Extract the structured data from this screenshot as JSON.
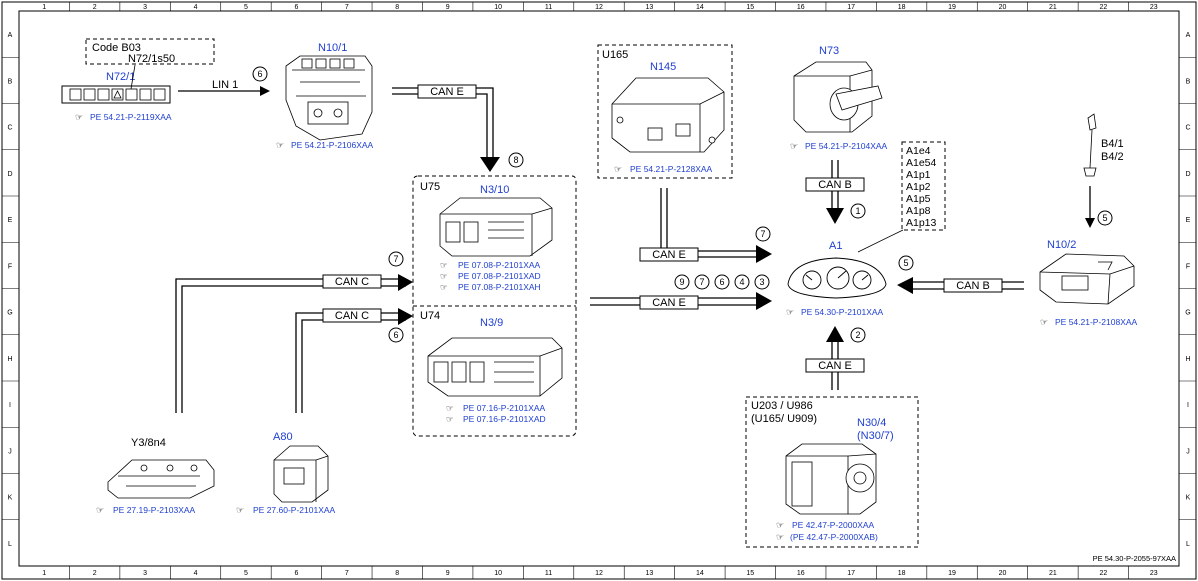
{
  "grid": {
    "cols": [
      "1",
      "2",
      "3",
      "4",
      "5",
      "6",
      "7",
      "8",
      "9",
      "10",
      "11",
      "12",
      "13",
      "14",
      "15",
      "16",
      "17",
      "18",
      "19",
      "20",
      "21",
      "22",
      "23"
    ],
    "rows": [
      "A",
      "B",
      "C",
      "D",
      "E",
      "F",
      "G",
      "H",
      "I",
      "J",
      "K",
      "L"
    ]
  },
  "footer_ref": "PE 54.30-P-2055-97XAA",
  "option_labels": {
    "code": "Code B03",
    "n72_1s50": "N72/1s50"
  },
  "components": {
    "n72_1": {
      "name": "N72/1",
      "ref": "PE 54.21-P-2119XAA"
    },
    "n10_1": {
      "name": "N10/1",
      "ref": "PE 54.21-P-2106XAA"
    },
    "n145": {
      "variant": "U165",
      "name": "N145",
      "ref": "PE 54.21-P-2128XAA"
    },
    "n73": {
      "name": "N73",
      "ref": "PE 54.21-P-2104XAA"
    },
    "b4": {
      "line1": "B4/1",
      "line2": "B4/2"
    },
    "n10_2": {
      "name": "N10/2",
      "ref": "PE 54.21-P-2108XAA"
    },
    "n3_10": {
      "variant": "U75",
      "name": "N3/10",
      "refs": [
        "PE 07.08-P-2101XAA",
        "PE 07.08-P-2101XAD",
        "PE 07.08-P-2101XAH"
      ]
    },
    "n3_9": {
      "variant": "U74",
      "name": "N3/9",
      "refs": [
        "PE 07.16-P-2101XAA",
        "PE 07.16-P-2101XAD"
      ]
    },
    "a1": {
      "name": "A1",
      "ref": "PE 54.30-P-2101XAA",
      "signals": [
        "A1e4",
        "A1e54",
        "A1p1",
        "A1p2",
        "A1p5",
        "A1p8",
        "A1p13"
      ]
    },
    "y3": {
      "name": "Y3/8n4",
      "ref": "PE 27.19-P-2103XAA"
    },
    "a80": {
      "name": "A80",
      "ref": "PE 27.60-P-2101XAA"
    },
    "n30": {
      "variant1": "U203 / U986",
      "variant2": "(U165/ U909)",
      "name1": "N30/4",
      "name2": "(N30/7)",
      "refs": [
        "PE 42.47-P-2000XAA",
        "(PE 42.47-P-2000XAB)"
      ]
    }
  },
  "buses": {
    "lin1": "LIN 1",
    "can_e_top": "CAN E",
    "can_b_n73": "CAN B",
    "can_e_n145": "CAN E",
    "can_e_ecu": "CAN E",
    "can_c_upper": "CAN C",
    "can_c_lower": "CAN C",
    "can_b_n10_2": "CAN B",
    "can_e_n30": "CAN E"
  },
  "numbers": {
    "lin": "6",
    "top_ecu": "8",
    "can_c_upper": "7",
    "can_c_lower": "6",
    "n73": "1",
    "n145": "7",
    "n10_2": "5",
    "b4": "5",
    "n30": "2",
    "ecu_row": [
      "9",
      "7",
      "6",
      "4",
      "3"
    ]
  }
}
